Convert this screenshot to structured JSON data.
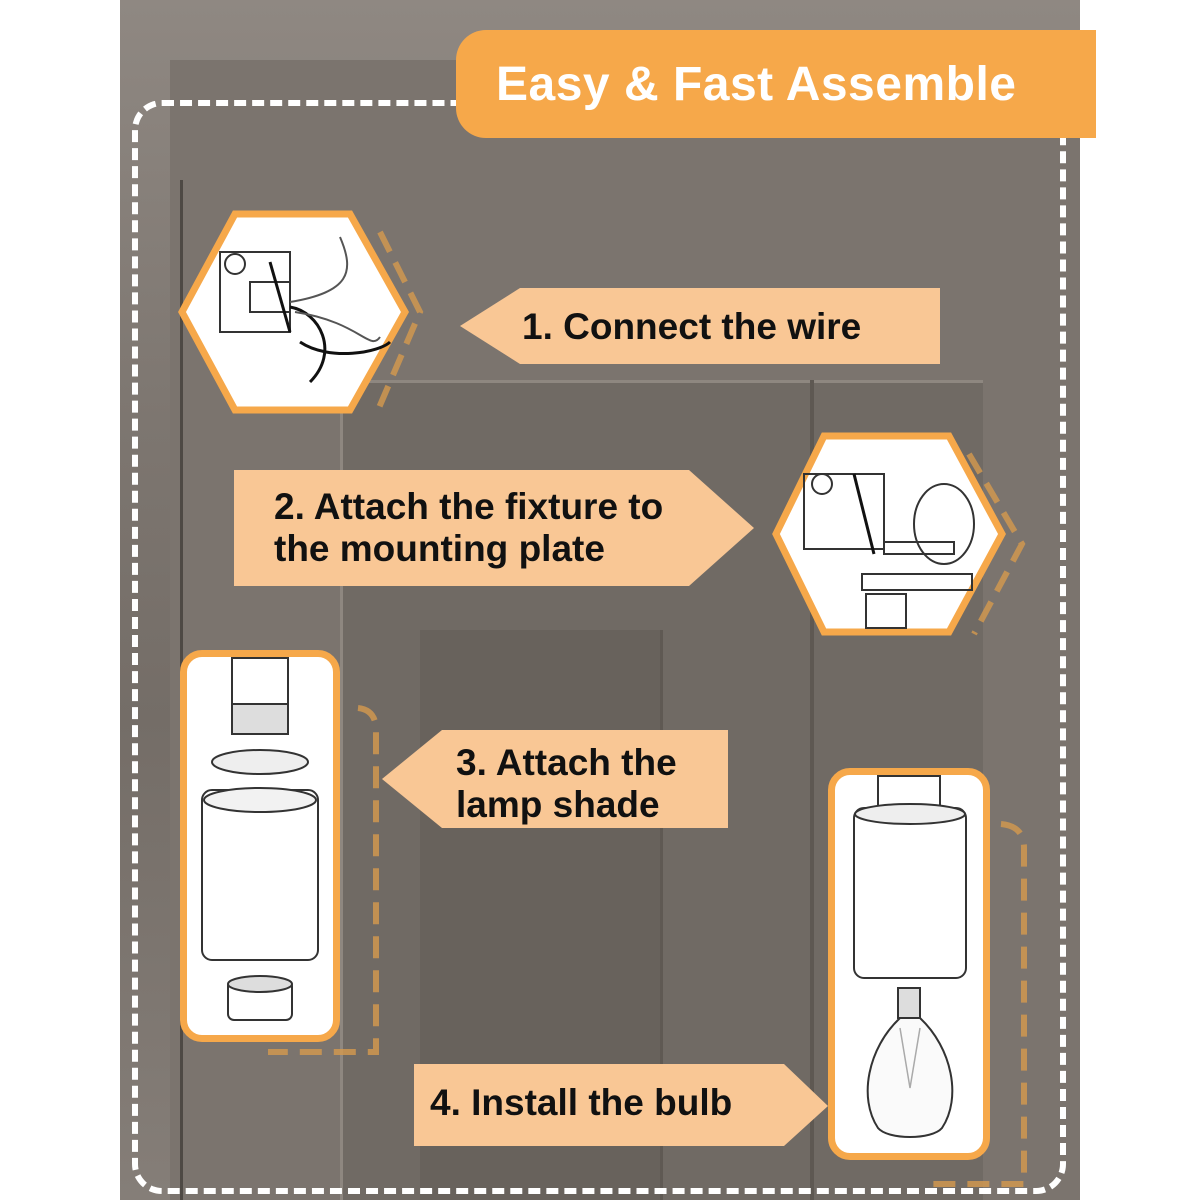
{
  "title": "Easy & Fast Assemble",
  "steps": [
    {
      "label": "1. Connect the wire"
    },
    {
      "label_line1": "2. Attach the fixture to",
      "label_line2": "the mounting plate"
    },
    {
      "label_line1": "3. Attach the",
      "label_line2": "lamp shade"
    },
    {
      "label": "4. Install the bulb"
    }
  ],
  "colors": {
    "accent": "#f6a84a",
    "banner": "#f9c795",
    "text": "#111111",
    "frame": "#ffffff"
  }
}
